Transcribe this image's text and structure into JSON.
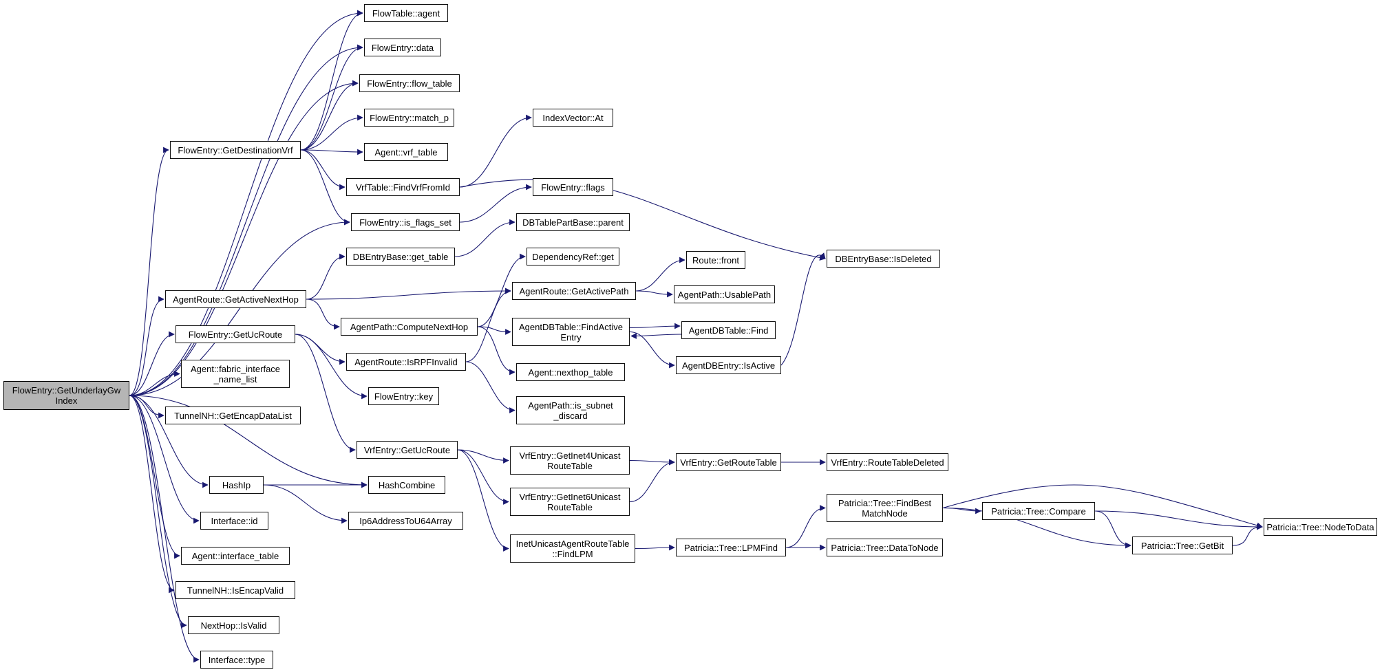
{
  "diagram": {
    "type": "call-graph",
    "tool_style": "doxygen",
    "root_function": "FlowEntry::GetUnderlayGwIndex"
  },
  "colors": {
    "edge": "#191970",
    "node_fill": "#ffffff",
    "node_border": "#111111",
    "root_fill": "#b5b5b5",
    "background": "#ffffff"
  },
  "nodes": {
    "root": {
      "label": "FlowEntry::GetUnderlayGw Index"
    },
    "flowtable_agent": {
      "label": "FlowTable::agent"
    },
    "flowentry_data": {
      "label": "FlowEntry::data"
    },
    "flowentry_flow_table": {
      "label": "FlowEntry::flow_table"
    },
    "flowentry_match_p": {
      "label": "FlowEntry::match_p"
    },
    "agent_vrf_table": {
      "label": "Agent::vrf_table"
    },
    "get_destination_vrf": {
      "label": "FlowEntry::GetDestinationVrf"
    },
    "indexvector_at": {
      "label": "IndexVector::At"
    },
    "find_vrf_from_id": {
      "label": "VrfTable::FindVrfFromId"
    },
    "flowentry_flags": {
      "label": "FlowEntry::flags"
    },
    "is_flags_set": {
      "label": "FlowEntry::is_flags_set"
    },
    "dbtablepart_parent": {
      "label": "DBTablePartBase::parent"
    },
    "get_table": {
      "label": "DBEntryBase::get_table"
    },
    "dependencyref_get": {
      "label": "DependencyRef::get"
    },
    "route_front": {
      "label": "Route::front"
    },
    "get_active_next_hop": {
      "label": "AgentRoute::GetActiveNextHop"
    },
    "get_active_path": {
      "label": "AgentRoute::GetActivePath"
    },
    "usable_path": {
      "label": "AgentPath::UsablePath"
    },
    "is_deleted": {
      "label": "DBEntryBase::IsDeleted"
    },
    "compute_next_hop": {
      "label": "AgentPath::ComputeNextHop"
    },
    "find_active_entry": {
      "label": "AgentDBTable::FindActive Entry"
    },
    "agentdbtable_find": {
      "label": "AgentDBTable::Find"
    },
    "flowentry_get_uc_route": {
      "label": "FlowEntry::GetUcRoute"
    },
    "is_rpf_invalid": {
      "label": "AgentRoute::IsRPFInvalid"
    },
    "is_active": {
      "label": "AgentDBEntry::IsActive"
    },
    "nexthop_table": {
      "label": "Agent::nexthop_table"
    },
    "fabric_interface_name_list": {
      "label": "Agent::fabric_interface _name_list"
    },
    "flowentry_key": {
      "label": "FlowEntry::key"
    },
    "is_subnet_discard": {
      "label": "AgentPath::is_subnet _discard"
    },
    "get_encap_data_list": {
      "label": "TunnelNH::GetEncapDataList"
    },
    "vrfentry_get_uc_route": {
      "label": "VrfEntry::GetUcRoute"
    },
    "get_inet4": {
      "label": "VrfEntry::GetInet4Unicast RouteTable"
    },
    "get_route_table": {
      "label": "VrfEntry::GetRouteTable"
    },
    "route_table_deleted": {
      "label": "VrfEntry::RouteTableDeleted"
    },
    "hash_ip": {
      "label": "HashIp"
    },
    "hash_combine": {
      "label": "HashCombine"
    },
    "get_inet6": {
      "label": "VrfEntry::GetInet6Unicast RouteTable"
    },
    "interface_id": {
      "label": "Interface::id"
    },
    "ip6_to_u64": {
      "label": "Ip6AddressToU64Array"
    },
    "find_best_match_node": {
      "label": "Patricia::Tree::FindBest MatchNode"
    },
    "compare": {
      "label": "Patricia::Tree::Compare"
    },
    "interface_table": {
      "label": "Agent::interface_table"
    },
    "find_lpm": {
      "label": "InetUnicastAgentRouteTable ::FindLPM"
    },
    "lpm_find": {
      "label": "Patricia::Tree::LPMFind"
    },
    "data_to_node": {
      "label": "Patricia::Tree::DataToNode"
    },
    "get_bit": {
      "label": "Patricia::Tree::GetBit"
    },
    "node_to_data": {
      "label": "Patricia::Tree::NodeToData"
    },
    "is_encap_valid": {
      "label": "TunnelNH::IsEncapValid"
    },
    "nexthop_is_valid": {
      "label": "NextHop::IsValid"
    },
    "interface_type": {
      "label": "Interface::type"
    }
  },
  "edges": [
    {
      "from": "root",
      "to": "flowtable_agent"
    },
    {
      "from": "root",
      "to": "flowentry_data"
    },
    {
      "from": "root",
      "to": "flowentry_flow_table"
    },
    {
      "from": "root",
      "to": "get_destination_vrf"
    },
    {
      "from": "root",
      "to": "is_flags_set"
    },
    {
      "from": "root",
      "to": "get_active_next_hop"
    },
    {
      "from": "root",
      "to": "flowentry_get_uc_route"
    },
    {
      "from": "root",
      "to": "fabric_interface_name_list"
    },
    {
      "from": "root",
      "to": "get_encap_data_list"
    },
    {
      "from": "root",
      "to": "hash_ip"
    },
    {
      "from": "root",
      "to": "hash_combine"
    },
    {
      "from": "root",
      "to": "interface_id"
    },
    {
      "from": "root",
      "to": "interface_table"
    },
    {
      "from": "root",
      "to": "is_encap_valid"
    },
    {
      "from": "root",
      "to": "nexthop_is_valid"
    },
    {
      "from": "root",
      "to": "interface_type"
    },
    {
      "from": "get_destination_vrf",
      "to": "flowtable_agent"
    },
    {
      "from": "get_destination_vrf",
      "to": "flowentry_data"
    },
    {
      "from": "get_destination_vrf",
      "to": "flowentry_flow_table"
    },
    {
      "from": "get_destination_vrf",
      "to": "flowentry_match_p"
    },
    {
      "from": "get_destination_vrf",
      "to": "agent_vrf_table"
    },
    {
      "from": "get_destination_vrf",
      "to": "find_vrf_from_id"
    },
    {
      "from": "get_destination_vrf",
      "to": "is_flags_set"
    },
    {
      "from": "find_vrf_from_id",
      "to": "indexvector_at"
    },
    {
      "from": "find_vrf_from_id",
      "to": "is_deleted",
      "bend": -45
    },
    {
      "from": "is_flags_set",
      "to": "flowentry_flags"
    },
    {
      "from": "get_table",
      "to": "dbtablepart_parent"
    },
    {
      "from": "get_active_next_hop",
      "to": "get_table"
    },
    {
      "from": "get_active_next_hop",
      "to": "get_active_path"
    },
    {
      "from": "get_active_next_hop",
      "to": "compute_next_hop"
    },
    {
      "from": "get_active_path",
      "to": "route_front"
    },
    {
      "from": "get_active_path",
      "to": "usable_path"
    },
    {
      "from": "compute_next_hop",
      "to": "dependencyref_get"
    },
    {
      "from": "compute_next_hop",
      "to": "find_active_entry"
    },
    {
      "from": "compute_next_hop",
      "to": "nexthop_table"
    },
    {
      "from": "find_active_entry",
      "to": "agentdbtable_find",
      "dy1": -6,
      "dy2": -6
    },
    {
      "from": "agentdbtable_find",
      "to": "find_active_entry",
      "dy1": 6,
      "dy2": 6
    },
    {
      "from": "find_active_entry",
      "to": "is_active"
    },
    {
      "from": "is_active",
      "to": "is_deleted",
      "bend": -35
    },
    {
      "from": "flowentry_get_uc_route",
      "to": "is_rpf_invalid"
    },
    {
      "from": "flowentry_get_uc_route",
      "to": "flowentry_key"
    },
    {
      "from": "flowentry_get_uc_route",
      "to": "vrfentry_get_uc_route"
    },
    {
      "from": "is_rpf_invalid",
      "to": "get_active_path"
    },
    {
      "from": "is_rpf_invalid",
      "to": "is_subnet_discard"
    },
    {
      "from": "vrfentry_get_uc_route",
      "to": "get_inet4"
    },
    {
      "from": "vrfentry_get_uc_route",
      "to": "get_inet6"
    },
    {
      "from": "vrfentry_get_uc_route",
      "to": "find_lpm"
    },
    {
      "from": "get_inet4",
      "to": "get_route_table"
    },
    {
      "from": "get_inet6",
      "to": "get_route_table"
    },
    {
      "from": "get_route_table",
      "to": "route_table_deleted"
    },
    {
      "from": "find_lpm",
      "to": "lpm_find"
    },
    {
      "from": "lpm_find",
      "to": "find_best_match_node"
    },
    {
      "from": "lpm_find",
      "to": "data_to_node"
    },
    {
      "from": "find_best_match_node",
      "to": "compare"
    },
    {
      "from": "find_best_match_node",
      "to": "get_bit"
    },
    {
      "from": "find_best_match_node",
      "to": "node_to_data",
      "bend": -60
    },
    {
      "from": "compare",
      "to": "get_bit"
    },
    {
      "from": "compare",
      "to": "node_to_data"
    },
    {
      "from": "get_bit",
      "to": "node_to_data"
    },
    {
      "from": "hash_ip",
      "to": "hash_combine"
    },
    {
      "from": "hash_ip",
      "to": "ip6_to_u64"
    }
  ]
}
